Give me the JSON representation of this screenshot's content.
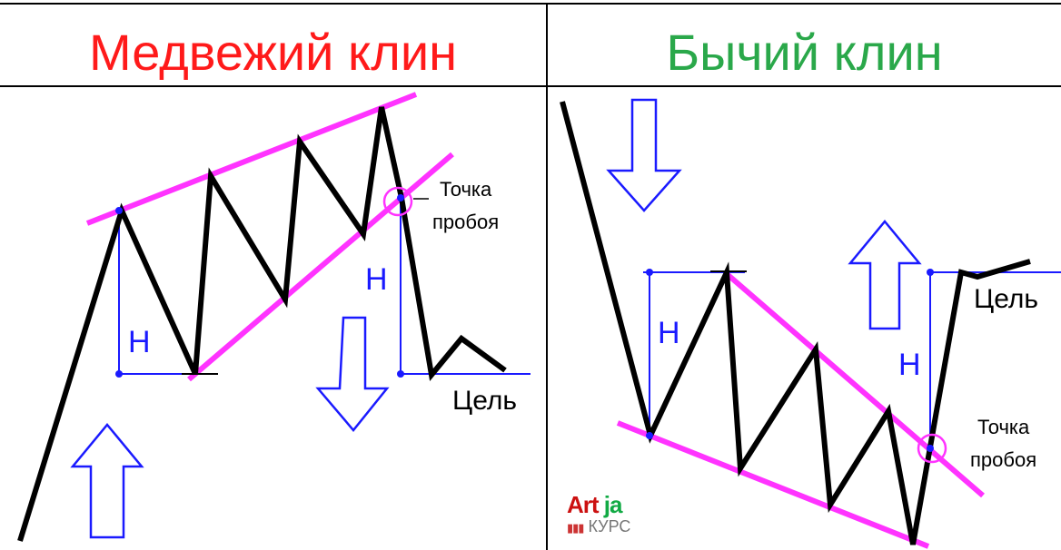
{
  "colors": {
    "bear_title": "#ff1a1a",
    "bull_title": "#2aa84a",
    "price_line": "#000000",
    "wedge_line": "#ff33ff",
    "measure": "#1a1aff",
    "arrow": "#1a1aff"
  },
  "bearish": {
    "title": "Медвежий клин",
    "h_left": "Н",
    "h_right": "Н",
    "breakout": [
      "Точка",
      "пробоя"
    ],
    "target": "Цель",
    "arrows": [
      "up-arrow",
      "down-arrow"
    ]
  },
  "bullish": {
    "title": "Бычий клин",
    "h_left": "Н",
    "h_right": "Н",
    "breakout": [
      "Точка",
      "пробоя"
    ],
    "target": "Цель",
    "arrows": [
      "down-arrow",
      "up-arrow"
    ]
  },
  "logo": {
    "art": "Art",
    "ja": "ja",
    "kurs": "КУРС"
  }
}
